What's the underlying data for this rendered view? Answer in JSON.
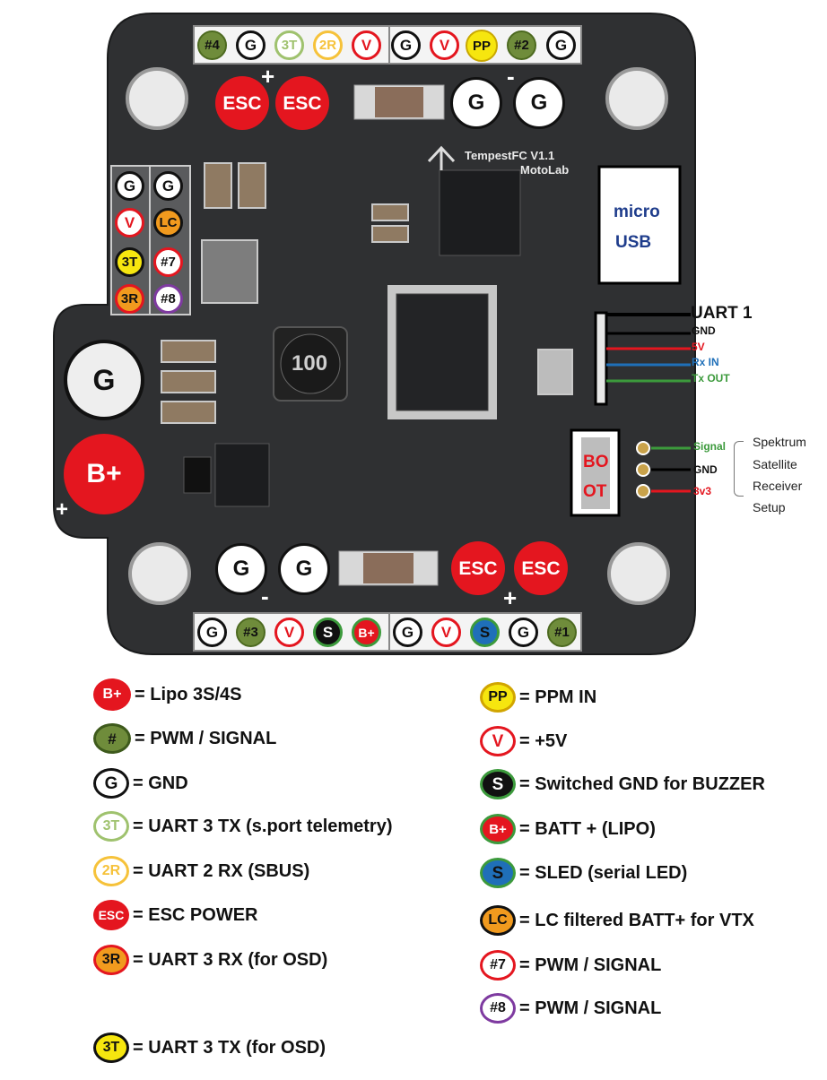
{
  "colors": {
    "board": "#2f3032",
    "red": "#e4161f",
    "olive": "#6f8c3b",
    "yellow": "#f6e60f",
    "orange": "#f19a1e",
    "blue": "#1f6fb8",
    "purple": "#7e3aa0",
    "green": "#3c9a3c",
    "usb_text": "#1f3d8c"
  },
  "board": {
    "silk_line1": "TempestFC V1.1",
    "silk_line2": "MotoLab",
    "inductor_text": "100",
    "big_pads": {
      "gnd": "G",
      "batt": "B+"
    },
    "esc_pads": [
      "ESC",
      "ESC",
      "ESC",
      "ESC"
    ],
    "gnd_pads": [
      "G",
      "G",
      "G",
      "G"
    ],
    "plus_signs": [
      "+",
      "+",
      "+"
    ],
    "minus_signs": [
      "-",
      "-"
    ],
    "top_header": [
      "#4",
      "G",
      "3T",
      "2R",
      "V",
      "G",
      "V",
      "PP",
      "#2",
      "G"
    ],
    "bottom_header": [
      "G",
      "#3",
      "V",
      "S",
      "B+",
      "G",
      "V",
      "S",
      "G",
      "#1"
    ],
    "left_header_col1": [
      "G",
      "V",
      "3T",
      "3R"
    ],
    "left_header_col2": [
      "G",
      "LC",
      "#7",
      "#8"
    ],
    "usb": {
      "line1": "micro",
      "line2": "USB"
    },
    "uart1": {
      "title": "UART 1",
      "wires": [
        "GND",
        "5V",
        "Rx IN",
        "Tx OUT"
      ]
    },
    "boot": {
      "line1": "BO",
      "line2": "OT"
    },
    "satellite": {
      "wires": [
        "Signal",
        "GND",
        "3v3"
      ],
      "description": [
        "Spektrum",
        "Satellite",
        "Receiver",
        "Setup"
      ]
    }
  },
  "legend": {
    "left": [
      {
        "badge": "B+",
        "text": "= Lipo 3S/4S"
      },
      {
        "badge": "#",
        "text": "= PWM / SIGNAL"
      },
      {
        "badge": "G",
        "text": "= GND"
      },
      {
        "badge": "3T",
        "text": "= UART 3 TX (s.port telemetry)"
      },
      {
        "badge": "2R",
        "text": "= UART 2 RX (SBUS)"
      },
      {
        "badge": "ESC",
        "text": "= ESC POWER"
      },
      {
        "badge": "3R",
        "text": "= UART 3 RX (for OSD)"
      },
      {
        "badge": "3T",
        "text": "= UART 3 TX (for OSD)"
      }
    ],
    "right": [
      {
        "badge": "PP",
        "text": "= PPM IN"
      },
      {
        "badge": "V",
        "text": "= +5V"
      },
      {
        "badge": "S",
        "text": "= Switched GND for BUZZER"
      },
      {
        "badge": "B+",
        "text": "= BATT + (LIPO)"
      },
      {
        "badge": "S",
        "text": "= SLED (serial LED)"
      },
      {
        "badge": "LC",
        "text": "= LC filtered BATT+ for VTX"
      },
      {
        "badge": "#7",
        "text": "= PWM / SIGNAL"
      },
      {
        "badge": "#8",
        "text": "= PWM / SIGNAL"
      }
    ]
  }
}
